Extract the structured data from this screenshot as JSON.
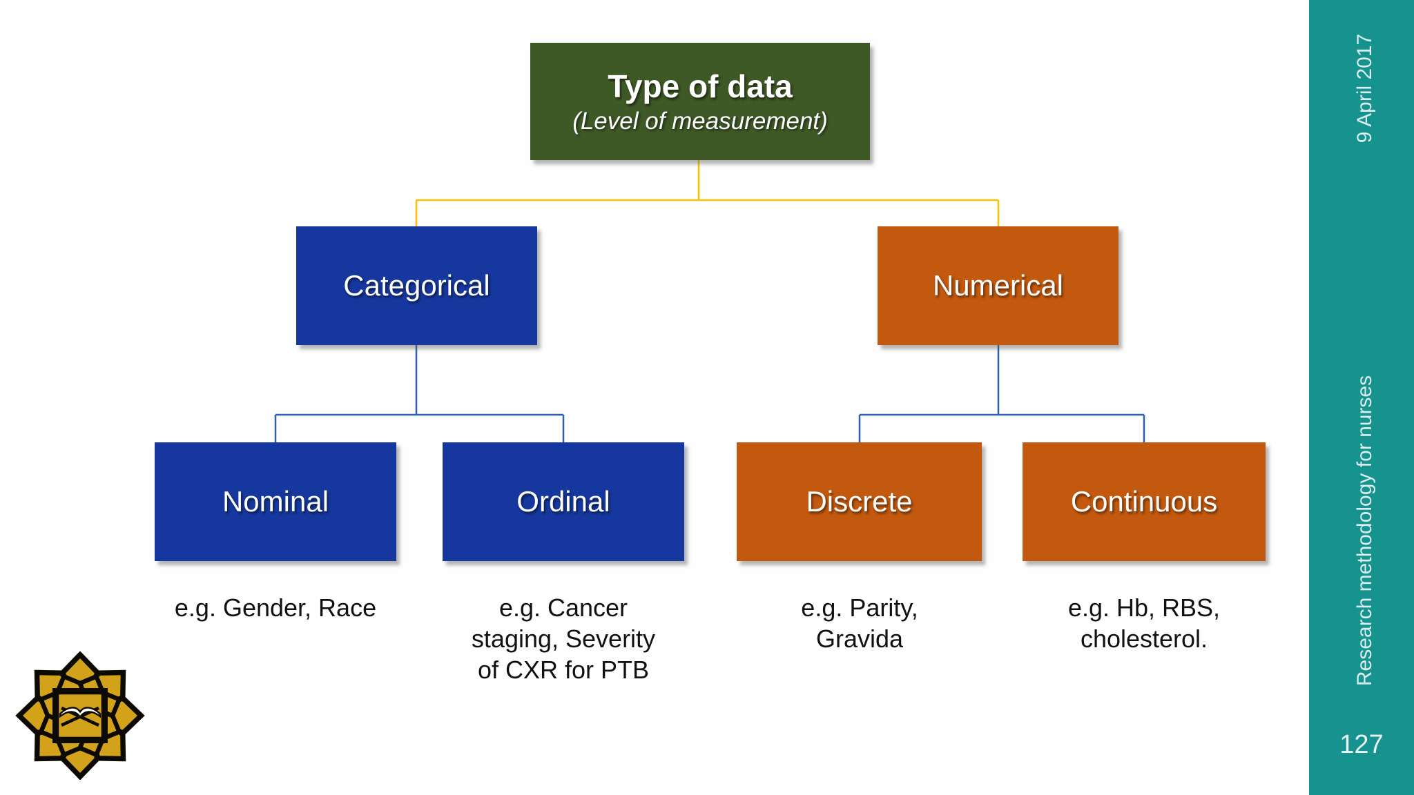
{
  "slide": {
    "date_vertical": "9 April 2017",
    "course_vertical": "Research methodology for nurses",
    "page_number": "127"
  },
  "colors": {
    "node_green": "#3E5826",
    "node_blue": "#16389E",
    "node_orange": "#C2590F",
    "sidebar_teal": "#16938F",
    "connector_yellow": "#FFC000",
    "connector_blue": "#2E62A8"
  },
  "diagram": {
    "root": {
      "title": "Type of data",
      "subtitle": "(Level of measurement)"
    },
    "level2": {
      "categorical": {
        "label": "Categorical"
      },
      "numerical": {
        "label": "Numerical"
      }
    },
    "level3": {
      "nominal": {
        "label": "Nominal",
        "example": "e.g. Gender, Race"
      },
      "ordinal": {
        "label": "Ordinal",
        "example": "e.g. Cancer staging, Severity of CXR for PTB"
      },
      "discrete": {
        "label": "Discrete",
        "example": "e.g. Parity, Gravida"
      },
      "continuous": {
        "label": "Continuous",
        "example": "e.g. Hb, RBS, cholesterol."
      }
    }
  },
  "icons": {
    "logo": "iium-university-emblem"
  }
}
